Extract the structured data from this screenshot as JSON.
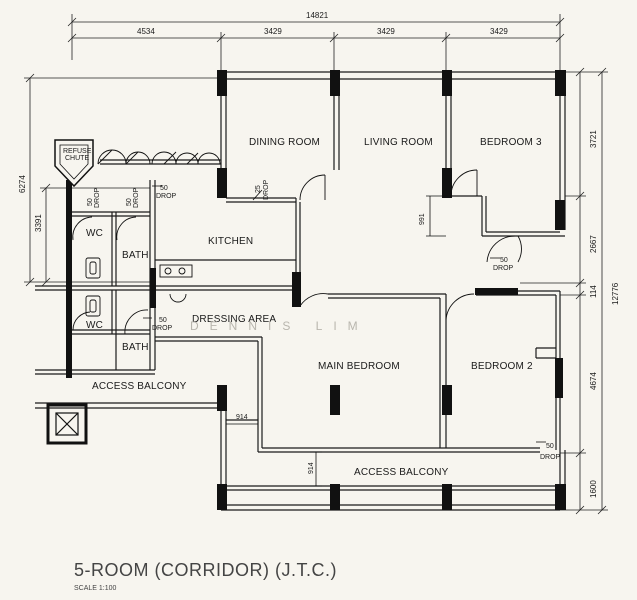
{
  "title": "5-ROOM (CORRIDOR) (J.T.C.)",
  "scale": "SCALE 1:100",
  "watermark": "DENNIS LIM",
  "rooms": {
    "dining": "DINING ROOM",
    "living": "LIVING ROOM",
    "bedroom3": "BEDROOM 3",
    "kitchen": "KITCHEN",
    "wc_upper": "WC",
    "wc_lower": "WC",
    "bath_upper": "BATH",
    "bath_lower": "BATH",
    "dressing": "DRESSING AREA",
    "main_bedroom": "MAIN BEDROOM",
    "bedroom2": "BEDROOM 2",
    "access_balcony_left": "ACCESS BALCONY",
    "access_balcony_bottom": "ACCESS BALCONY",
    "refuse_line1": "REFUSE",
    "refuse_line2": "CHUTE"
  },
  "dimensions": {
    "overall_width": "14821",
    "seg_left": "4534",
    "seg_1": "3429",
    "seg_2": "3429",
    "seg_3": "3429",
    "right_top": "3721",
    "right_mid": "2667",
    "right_small": "114",
    "right_bottom": "4674",
    "right_last": "1600",
    "right_total": "12776",
    "left_outer": "6274",
    "left_inner": "3391",
    "inner_991": "991",
    "balcony_914_h": "914",
    "balcony_914_v": "914"
  },
  "drops": {
    "d1_a": "50",
    "d1_b": "DROP",
    "d2_a": "50",
    "d2_b": "DROP",
    "d3_a": "50",
    "d3_b": "DROP",
    "d4_a": "25",
    "d4_b": "DROP",
    "d5_a": "50",
    "d5_b": "DROP",
    "d6_a": "50",
    "d6_b": "DROP",
    "d7_a": "50",
    "d7_b": "DROP"
  }
}
